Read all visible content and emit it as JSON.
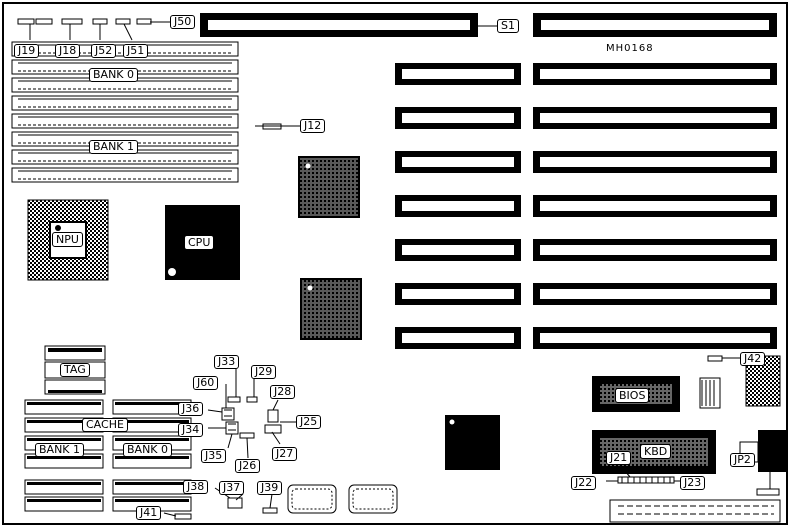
{
  "board": {
    "model": "MH0168",
    "labels": {
      "s1": "S1",
      "j50": "J50",
      "j19": "J19",
      "j18": "J18",
      "j52": "J52",
      "j51": "J51",
      "bank0_simm": "BANK 0",
      "bank1_simm": "BANK 1",
      "j12": "J12",
      "npu": "NPU",
      "cpu": "CPU",
      "tag": "TAG",
      "cache": "CACHE",
      "bank1_cache": "BANK 1",
      "bank0_cache": "BANK 0",
      "j33": "J33",
      "j29": "J29",
      "j60": "J60",
      "j28": "J28",
      "j36": "J36",
      "j25": "J25",
      "j34": "J34",
      "j35": "J35",
      "j26": "J26",
      "j27": "J27",
      "j38": "J38",
      "j37": "J37",
      "j39": "J39",
      "j41": "J41",
      "j42": "J42",
      "bios": "BIOS",
      "kbd": "KBD",
      "j21": "J21",
      "j22": "J22",
      "j23": "J23",
      "jp2": "JP2"
    }
  }
}
